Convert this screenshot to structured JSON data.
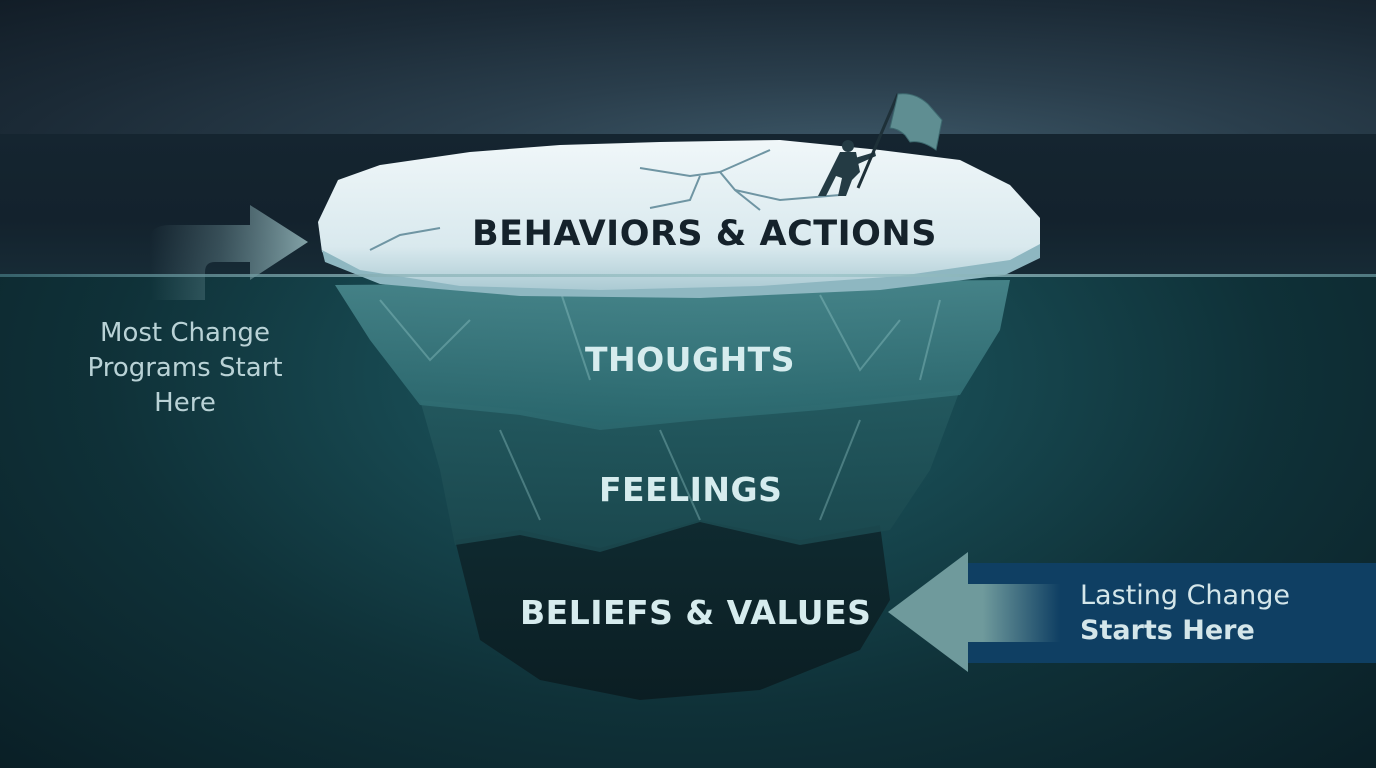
{
  "iceberg": {
    "layers": [
      {
        "id": "behaviors",
        "label": "BEHAVIORS & ACTIONS",
        "position": "above-water"
      },
      {
        "id": "thoughts",
        "label": "THOUGHTS",
        "position": "below-water"
      },
      {
        "id": "feelings",
        "label": "FEELINGS",
        "position": "below-water"
      },
      {
        "id": "beliefs",
        "label": "BELIEFS & VALUES",
        "position": "deepest"
      }
    ]
  },
  "annotations": {
    "left": {
      "arrow_direction": "right",
      "lines": [
        "Most Change",
        "Programs Start",
        "Here"
      ]
    },
    "right": {
      "arrow_direction": "left",
      "line1": "Lasting Change",
      "line2": "Starts Here"
    }
  },
  "figure": {
    "element": "person-planting-flag",
    "icon": "flag-icon"
  },
  "colors": {
    "sky": "#1b2a36",
    "ocean_deep": "#0a1f26",
    "ocean_teal": "#1f5d63",
    "ice_surface": "#e3eff2",
    "right_banner": "#0f3f63",
    "arrow_teal": "#6f9a9c",
    "text_light": "#d6ecee",
    "text_dark": "#15222b"
  }
}
